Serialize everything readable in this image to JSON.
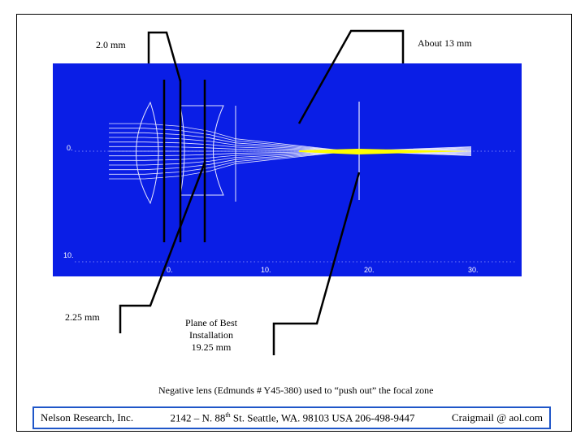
{
  "labels": {
    "top_left": "2.0 mm",
    "top_right": "About 13 mm",
    "bottom_left": "2.25 mm",
    "plane_line1": "Plane of Best",
    "plane_line2": "Installation",
    "plane_line3": "19.25 mm",
    "caption": "Negative lens (Edmunds # Y45-380) used to “push out” the focal zone"
  },
  "plot": {
    "y_ticks": [
      "0.",
      "10."
    ],
    "x_ticks": [
      "0.",
      "10.",
      "20.",
      "30."
    ],
    "background_color": "#0a1ee6",
    "ray_color": "#e8e8ff",
    "focus_color": "#ffff00"
  },
  "footer": {
    "company": "Nelson Research, Inc.",
    "address_pre": "2142 –  N. 88",
    "address_sup": "th",
    "address_post": " St. Seattle, WA. 98103  USA  206-498-9447",
    "email": "Craigmail @ aol.com"
  }
}
